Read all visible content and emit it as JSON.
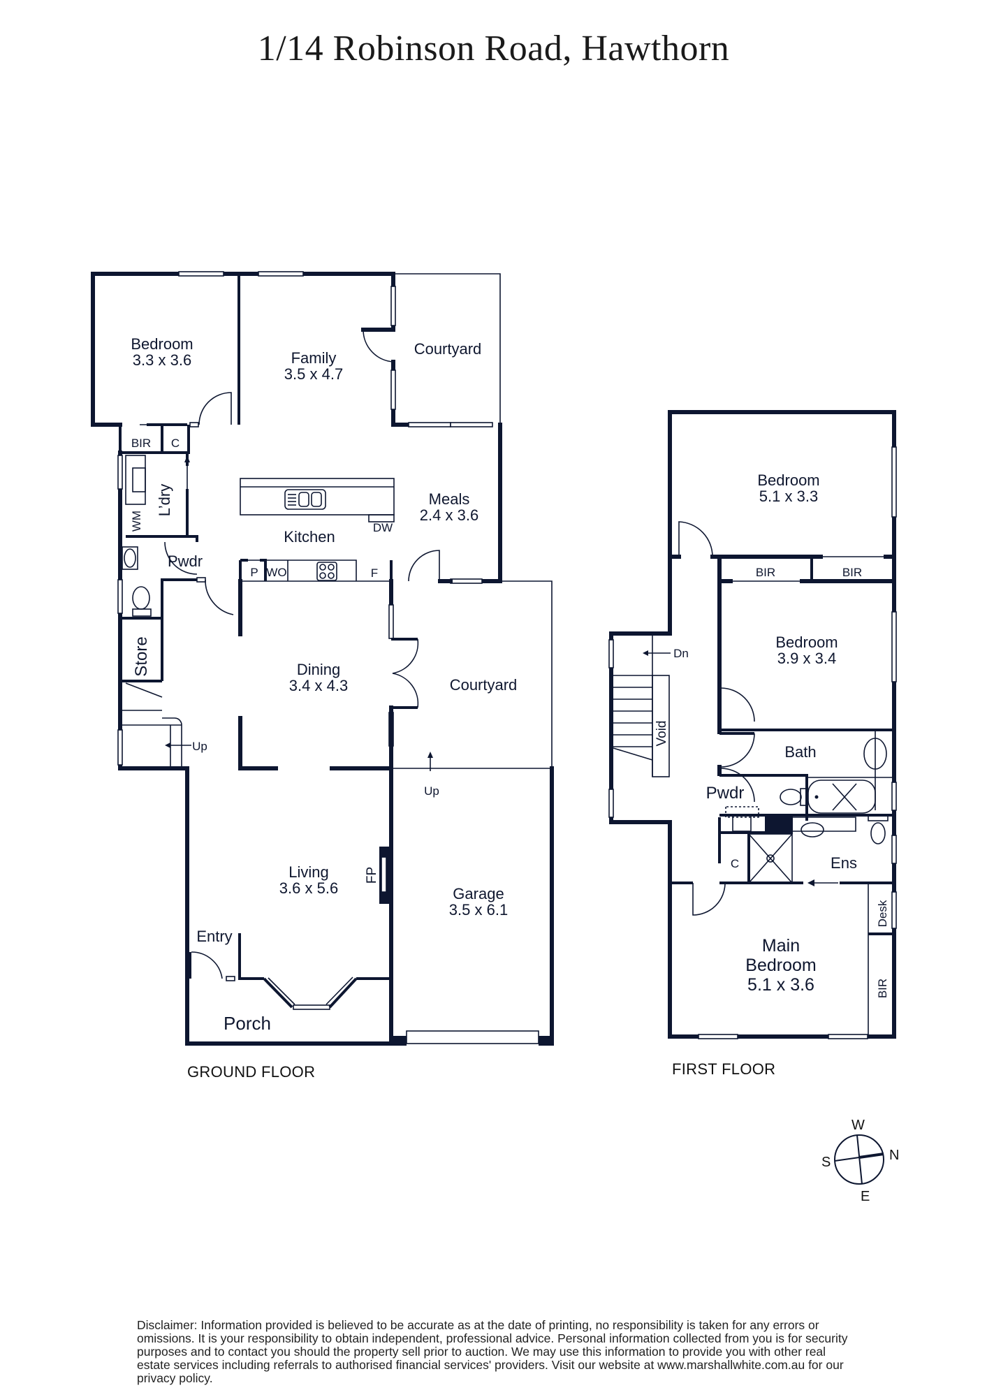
{
  "title": "1/14 Robinson Road, Hawthorn",
  "colors": {
    "wall": "#0d1630",
    "background": "#ffffff",
    "text": "#0f172f"
  },
  "ground_floor": {
    "label": "GROUND FLOOR",
    "rooms": [
      {
        "name": "Bedroom",
        "dims": "3.3 x 3.6"
      },
      {
        "name": "Family",
        "dims": "3.5 x 4.7"
      },
      {
        "name": "Courtyard",
        "dims": ""
      },
      {
        "name": "Meals",
        "dims": "2.4 x 3.6"
      },
      {
        "name": "Kitchen",
        "dims": ""
      },
      {
        "name": "Dining",
        "dims": "3.4 x 4.3"
      },
      {
        "name": "Courtyard",
        "dims": ""
      },
      {
        "name": "Living",
        "dims": "3.6 x 5.6"
      },
      {
        "name": "Garage",
        "dims": "3.5 x 6.1"
      },
      {
        "name": "Entry",
        "dims": ""
      },
      {
        "name": "Porch",
        "dims": ""
      }
    ],
    "fixtures": {
      "bir": "BIR",
      "c": "C",
      "laundry": "L’dry",
      "wm": "WM",
      "pwdr": "Pwdr",
      "store": "Store",
      "dw": "DW",
      "p": "P",
      "wo": "WO",
      "f": "F",
      "fp": "FP",
      "up_stairs": "Up",
      "up_garage": "Up"
    }
  },
  "first_floor": {
    "label": "FIRST FLOOR",
    "rooms": [
      {
        "name": "Bedroom",
        "dims": "5.1 x 3.3"
      },
      {
        "name": "Bedroom",
        "dims": "3.9 x 3.4"
      },
      {
        "name": "Bath",
        "dims": ""
      },
      {
        "name": "Pwdr",
        "dims": ""
      },
      {
        "name": "Ens",
        "dims": ""
      },
      {
        "name": "Main Bedroom",
        "line1": "Main",
        "line2": "Bedroom",
        "dims": "5.1 x 3.6"
      }
    ],
    "fixtures": {
      "bir_1": "BIR",
      "bir_2": "BIR",
      "dn": "Dn",
      "void": "Void",
      "c": "C",
      "desk": "Desk",
      "bir_main": "BIR"
    }
  },
  "compass": {
    "n": "N",
    "s": "S",
    "e": "E",
    "w": "W"
  },
  "disclaimer": "Disclaimer: Information provided is believed to be accurate as at the date of printing, no responsibility is taken for any errors or omissions. It is your responsibility to obtain independent, professional advice. Personal information collected from you is for security purposes and to contact you should the property sell prior to auction. We may use this information to provide you with other real estate services including referrals to authorised financial services' providers. Visit our website at www.marshallwhite.com.au for our privacy policy."
}
